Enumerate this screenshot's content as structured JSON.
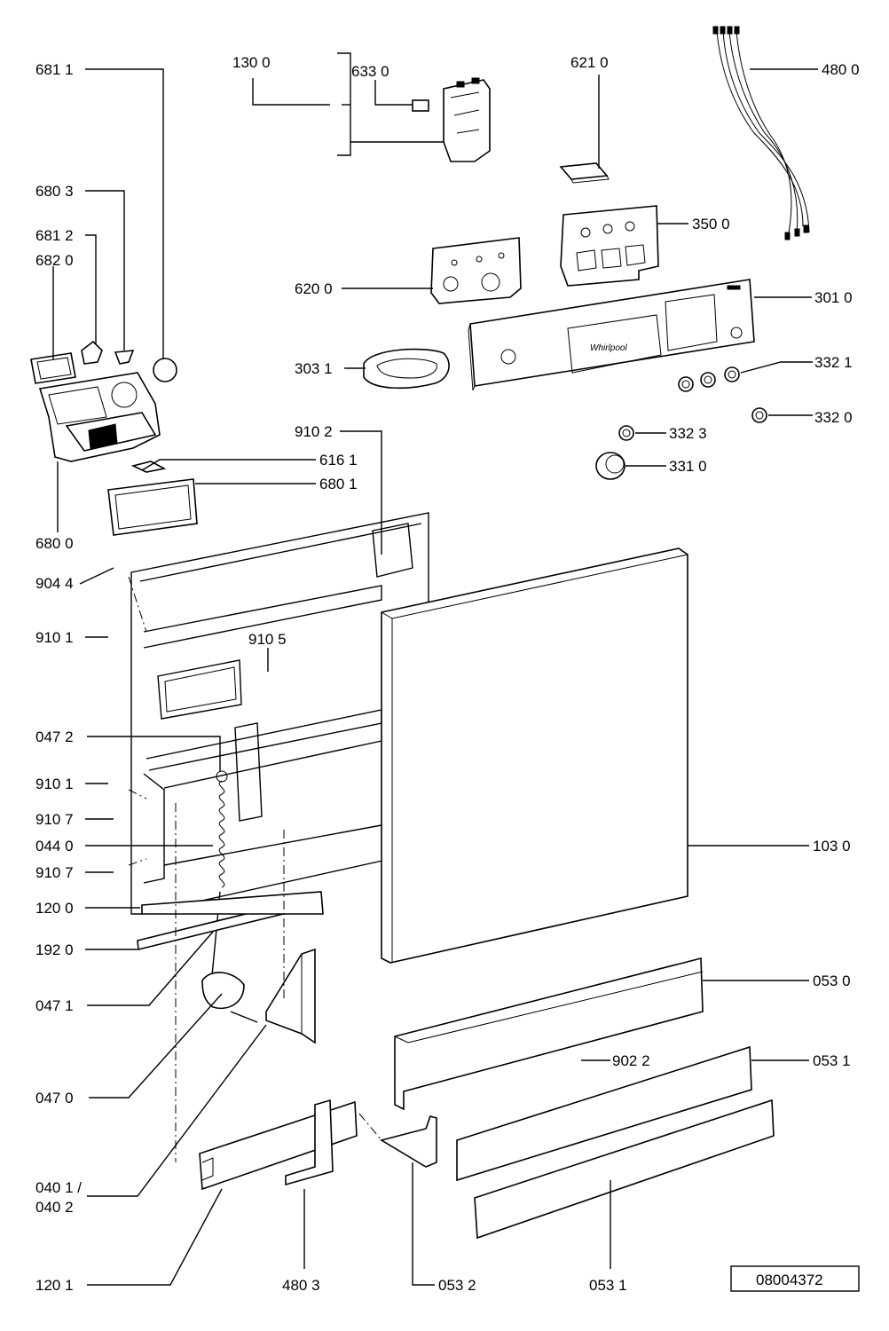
{
  "labels": {
    "l6811": "681 1",
    "l1300": "130 0",
    "l6330": "633 0",
    "l6210": "621 0",
    "l4800": "480 0",
    "l6803": "680 3",
    "l6812": "681 2",
    "l6820": "682 0",
    "l3500": "350 0",
    "l6200": "620 0",
    "l3010": "301 0",
    "l3031": "303 1",
    "l3321": "332 1",
    "l3320": "332 0",
    "l9102": "910 2",
    "l3323": "332 3",
    "l6161": "616 1",
    "l3310": "331 0",
    "l6801": "680 1",
    "l6800": "680 0",
    "l9044": "904 4",
    "l9101a": "910 1",
    "l9105": "910 5",
    "l0472": "047 2",
    "l9101b": "910 1",
    "l9107a": "910 7",
    "l0440": "044 0",
    "l1030": "103 0",
    "l9107b": "910 7",
    "l1200": "120 0",
    "l1920": "192 0",
    "l0530": "053 0",
    "l0471": "047 1",
    "l9022": "902 2",
    "l0531a": "053 1",
    "l0470": "047 0",
    "l0401": "040 1 /",
    "l0402": "040 2",
    "l1201": "120 1",
    "l4803": "480 3",
    "l0532": "053 2",
    "l0531b": "053 1"
  },
  "drawing_number": "08004372"
}
